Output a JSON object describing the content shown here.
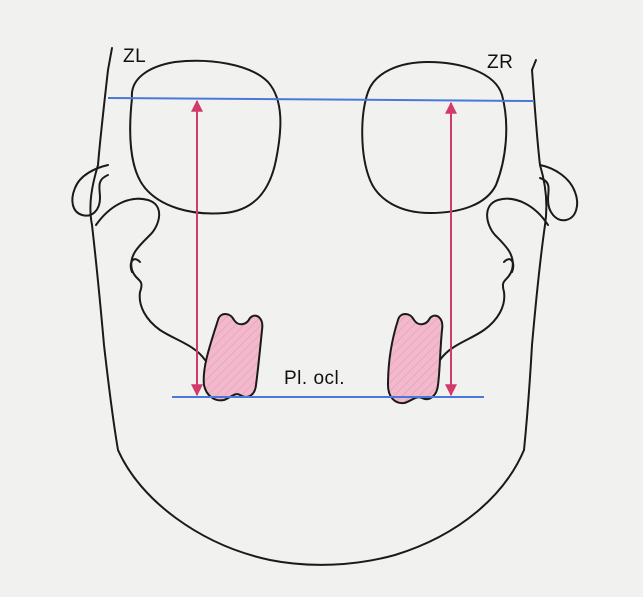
{
  "labels": {
    "left_zygion": "ZL",
    "right_zygion": "ZR",
    "occlusal_plane": "Pl. ocl."
  },
  "colors": {
    "background": "#f1f1f0",
    "outline": "#1a1a1a",
    "reference_line": "#4a78d8",
    "arrow": "#d23a6a",
    "tooth_fill": "#f2b9cc"
  }
}
